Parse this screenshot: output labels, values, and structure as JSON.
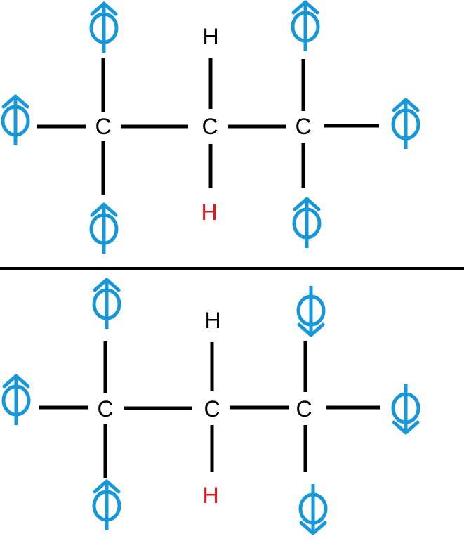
{
  "colors": {
    "bond": "#000000",
    "carbon": "#000000",
    "hydrogen_black": "#000000",
    "hydrogen_red": "#e8141c",
    "spin_symbol": "#1797d8",
    "divider": "#000000"
  },
  "panels": [
    {
      "id": "top",
      "carbons": [
        "C",
        "C",
        "C"
      ],
      "h_top": {
        "label": "H",
        "color": "hydrogen_black"
      },
      "h_bottom": {
        "label": "H",
        "color": "hydrogen_red"
      },
      "spins": {
        "c1_top": "up",
        "c1_left": "up",
        "c1_bottom": "up",
        "c3_top": "up",
        "c3_right": "up",
        "c3_bottom": "up"
      }
    },
    {
      "id": "bottom",
      "carbons": [
        "C",
        "C",
        "C"
      ],
      "h_top": {
        "label": "H",
        "color": "hydrogen_black"
      },
      "h_bottom": {
        "label": "H",
        "color": "hydrogen_red"
      },
      "spins": {
        "c1_top": "up",
        "c1_left": "up",
        "c1_bottom": "up",
        "c3_top": "down",
        "c3_right": "down",
        "c3_bottom": "down"
      }
    }
  ]
}
